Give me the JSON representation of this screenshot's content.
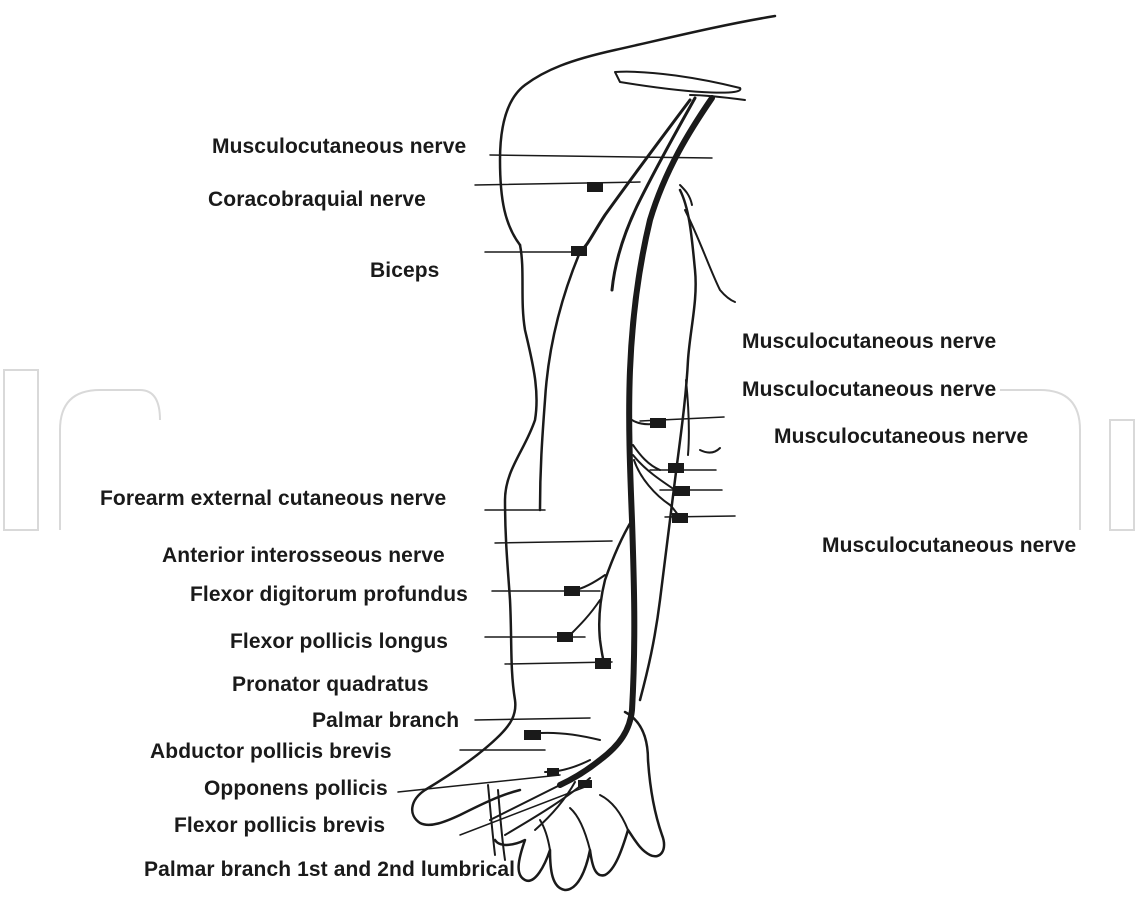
{
  "labels": {
    "left": [
      "Musculocutaneous nerve",
      "Coracobraquial nerve",
      "Biceps",
      "Forearm external cutaneous nerve",
      "Anterior interosseous nerve",
      "Flexor digitorum profundus",
      "Flexor pollicis longus",
      "Pronator quadratus",
      "Palmar branch",
      "Abductor pollicis brevis",
      "Opponens pollicis",
      "Flexor pollicis brevis",
      "Palmar branch 1st and 2nd lumbrical"
    ],
    "right": [
      "Musculocutaneous nerve",
      "Musculocutaneous nerve",
      "Musculocutaneous nerve",
      "Musculocutaneous nerve"
    ]
  },
  "colors": {
    "ink": "#1a1a1a",
    "watermark": "#d9d9d9"
  }
}
